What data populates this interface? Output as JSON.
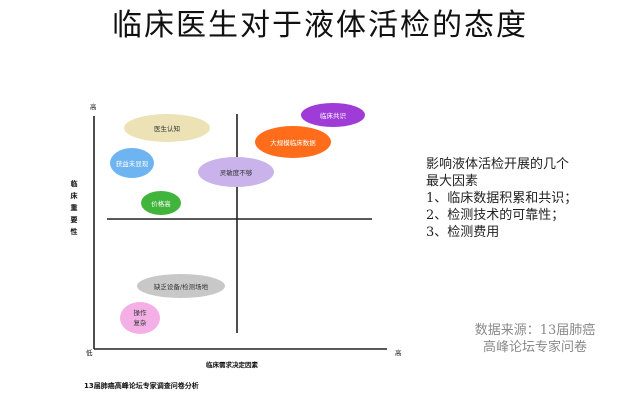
{
  "title": "临床医生对于液体活检的态度",
  "matrix": {
    "y_axis_label": "临床重要性",
    "y_axis_high": "高",
    "x_axis_label": "临床需求决定因素",
    "x_axis_high": "高",
    "origin_label": "低",
    "bubbles": [
      {
        "label": "临床共识",
        "color": "#9f3bd6"
      },
      {
        "label": "大规模临床数据",
        "color": "#ff6d1a"
      },
      {
        "label": "医生认知",
        "color": "#ece2b6"
      },
      {
        "label": "获益未显现",
        "color": "#6db4f0"
      },
      {
        "label": "灵敏度不够",
        "color": "#c9b3ea"
      },
      {
        "label": "价格高",
        "color": "#41b53b"
      },
      {
        "label": "缺乏设备/检测场地",
        "color": "#c8c8c8"
      },
      {
        "label": "操作复杂",
        "color": "#f4b0e6"
      }
    ]
  },
  "side_text": {
    "heading_line1": "影响液体活检开展的几个",
    "heading_line2": "最大因素",
    "items": [
      "1、临床数据积累和共识；",
      "2、检测技术的可靠性；",
      "3、检测费用"
    ]
  },
  "source": {
    "line1": "数据来源：13届肺癌",
    "line2": "高峰论坛专家问卷"
  },
  "footnote": "13届肺癌高峰论坛专家调查问卷分析"
}
